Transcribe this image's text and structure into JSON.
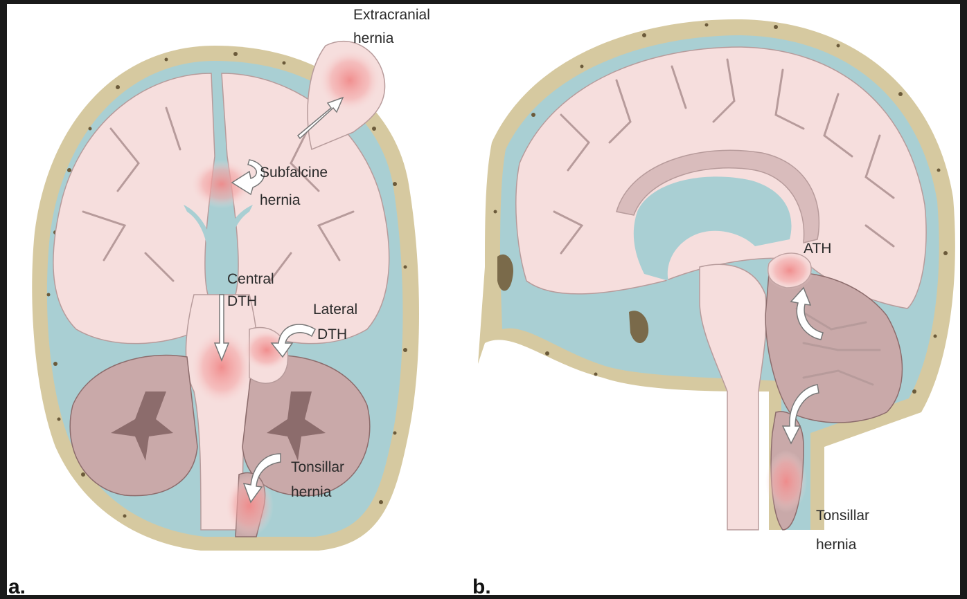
{
  "panel_a": {
    "letter": "a.",
    "labels": {
      "extracranial_line1": "Extracranial",
      "extracranial_line2": "hernia",
      "subfalcine_line1": "Subfalcine",
      "subfalcine_line2": "hernia",
      "central_line1": "Central",
      "central_line2": "DTH",
      "lateral_line1": "Lateral",
      "lateral_line2": "DTH",
      "tonsillar_line1": "Tonsillar",
      "tonsillar_line2": "hernia"
    }
  },
  "panel_b": {
    "letter": "b.",
    "labels": {
      "ath": "ATH",
      "tonsillar_line1": "Tonsillar",
      "tonsillar_line2": "hernia"
    }
  },
  "colors": {
    "skull": "#d6c9a0",
    "csf": "#a9cfd3",
    "brain": "#f6dedd",
    "cerebellum": "#c9a9a9",
    "herniation_highlight": "#f08a8a",
    "frame_border": "#1a1a1a"
  },
  "icons": [
    "curved-arrow-icon",
    "straight-arrow-icon"
  ]
}
